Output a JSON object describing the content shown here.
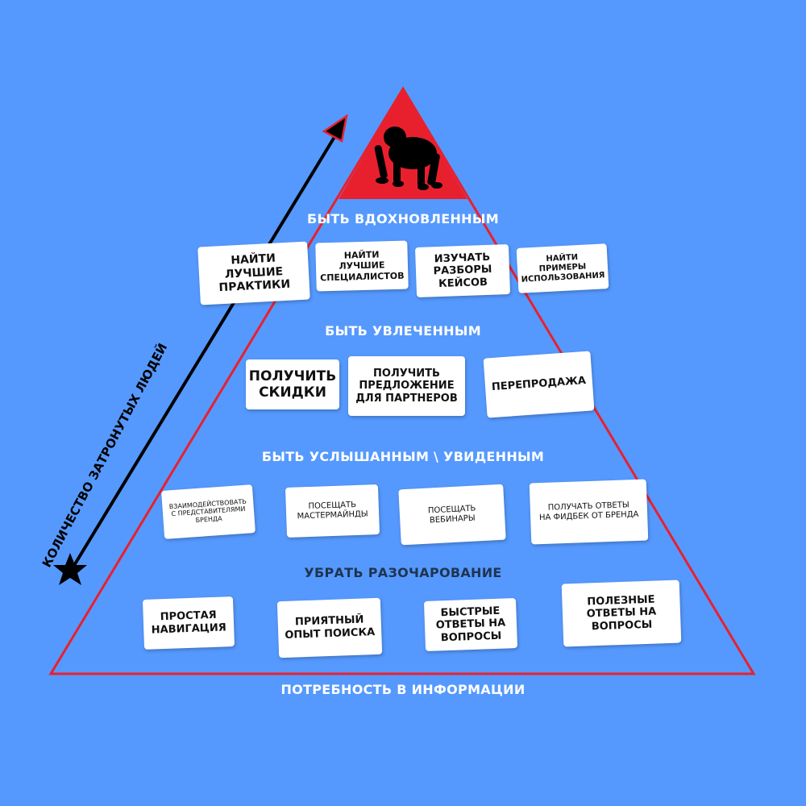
{
  "layers": {
    "inspired": "БЫТЬ  ВДОХНОВЛЕННЫМ",
    "engaged": "БЫТЬ УВЛЕЧЕННЫМ",
    "heard": "БЫТЬ УСЛЫШАННЫМ \\ УВИДЕННЫМ",
    "disappointment": "УБРАТЬ РАЗОЧАРОВАНИЕ"
  },
  "base_label": "ПОТРЕБНОСТЬ В ИНФОРМАЦИИ",
  "axis_label": "КОЛИЧЕСТВО ЗАТРОНУТЫХ ЛЮДЕЙ",
  "cards": {
    "best_practices": "НАЙТИ\nЛУЧШИЕ\nПРАКТИКИ",
    "best_specialists": "НАЙТИ\nЛУЧШИЕ\nСПЕЦИАЛИСТОВ",
    "case_studies": "ИЗУЧАТЬ\nРАЗБОРЫ\nКЕЙСОВ",
    "usage_examples": "НАЙТИ\nПРИМЕРЫ\nИСПОЛЬЗОВАНИЯ",
    "discounts": "ПОЛУЧИТЬ\nСКИДКИ",
    "partner_offer": "ПОЛУЧИТЬ\nПРЕДЛОЖЕНИЕ\nДЛЯ ПАРТНЕРОВ",
    "resale": "ПЕРЕПРОДАЖА",
    "interact_brand": "ВЗАИМОДЕЙСТВОВАТЬ\nС ПРЕДСТАВИТЕЛЯМИ\nБРЕНДА",
    "masterminds": "ПОСЕЩАТЬ\nМАСТЕРМАЙНДЫ",
    "webinars": "ПОСЕЩАТЬ\nВЕБИНАРЫ",
    "feedback_answers": "ПОЛУЧАТЬ ОТВЕТЫ\nНА ФИДБЕК ОТ БРЕНДА",
    "simple_navigation": "ПРОСТАЯ\nНАВИГАЦИЯ",
    "pleasant_search": "ПРИЯТНЫЙ\nОПЫТ ПОИСКА",
    "quick_answers": "БЫСТРЫЕ\nОТВЕТЫ НА\nВОПРОСЫ",
    "useful_answers": "ПОЛЕЗНЫЕ\nОТВЕТЫ НА\nВОПРОСЫ"
  },
  "colors": {
    "background": "#5599fe",
    "pyramid_outline": "#e8202e",
    "apex_fill": "#e8202e",
    "arrow": "#000000"
  },
  "icons": {
    "apex": "chimpanzee-silhouette-icon",
    "arrow_head": "arrowhead-icon",
    "arrow_tail": "star-icon"
  }
}
